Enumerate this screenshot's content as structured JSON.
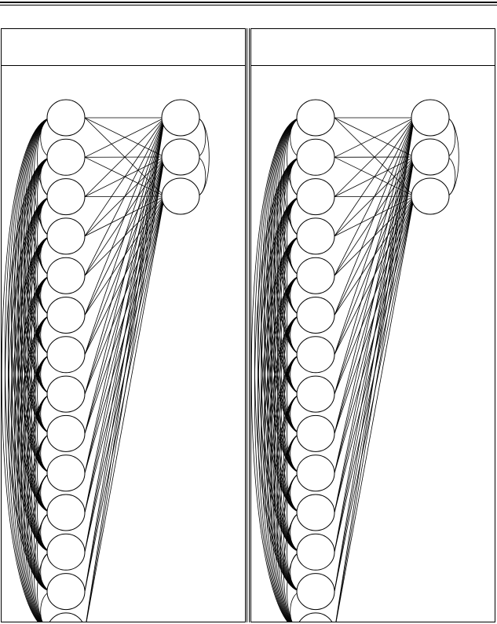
{
  "panels": [
    {
      "header": "",
      "graph": {
        "left_layer_nodes": 14,
        "right_layer_nodes": 3,
        "fully_connected": true
      }
    },
    {
      "header": "",
      "graph": {
        "left_layer_nodes": 14,
        "right_layer_nodes": 3,
        "fully_connected": true
      }
    }
  ],
  "colors": {
    "stroke": "#000000",
    "node_fill": "#ffffff",
    "background": "#ffffff"
  }
}
